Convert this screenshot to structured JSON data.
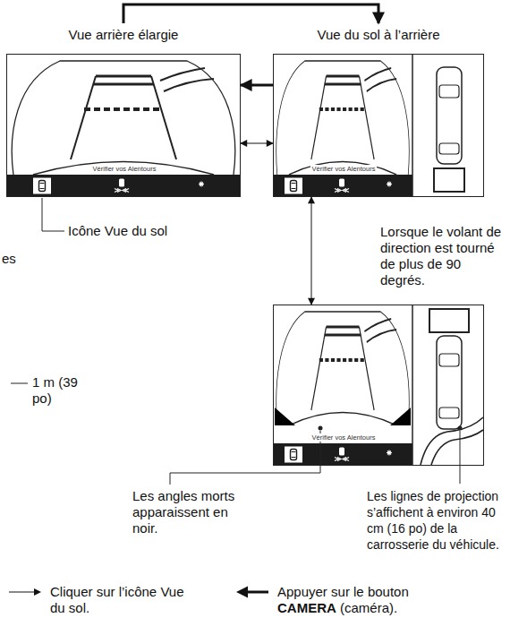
{
  "diagram": {
    "nodes": [
      {
        "text": [
          "Vue arrière élargie",
          "Vérifier vos Alentours"
        ]
      },
      {
        "text": [
          "Vue du sol à l’arrière",
          "Vérifier vos Alentours"
        ]
      },
      {
        "text": [
          "Vérifier vos Alentours"
        ]
      }
    ],
    "edges": [
      {
        "from": 1,
        "to": 0,
        "arrow": "to"
      },
      {
        "from": 0,
        "to": 1,
        "arrow": "both"
      },
      {
        "from": 0,
        "to": 1,
        "arrow": "to"
      },
      {
        "from": 1,
        "to": 2,
        "arrow": "both",
        "label": "Lorsque le volant de direction est tourné de plus de 90 degrés."
      }
    ],
    "labels": [
      "Icône Vue du sol",
      "es",
      "1 m (39 po)",
      "Les angles morts apparaissent en noir.",
      "Les lignes de projection s’affichent à environ 40 cm (16 po) de la carrosserie du véhicule."
    ],
    "legend": [
      {
        "text": "Cliquer sur l’icône Vue du sol."
      },
      {
        "text": "Appuyer sur le bouton CAMERA (caméra)."
      }
    ]
  }
}
